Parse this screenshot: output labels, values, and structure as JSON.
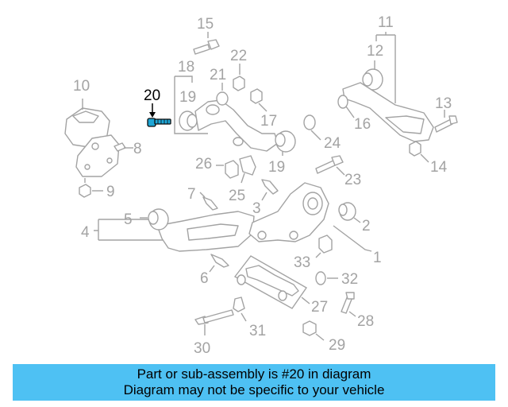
{
  "callouts": {
    "n1": "1",
    "n2": "2",
    "n3": "3",
    "n4": "4",
    "n5": "5",
    "n6": "6",
    "n7": "7",
    "n8": "8",
    "n9": "9",
    "n10": "10",
    "n11": "11",
    "n12": "12",
    "n13": "13",
    "n14": "14",
    "n15": "15",
    "n16": "16",
    "n17": "17",
    "n18": "18",
    "n19a": "19",
    "n19b": "19",
    "n20": "20",
    "n21": "21",
    "n22": "22",
    "n23": "23",
    "n24": "24",
    "n25": "25",
    "n26": "26",
    "n27": "27",
    "n28": "28",
    "n29": "29",
    "n30": "30",
    "n31": "31",
    "n32": "32",
    "n33": "33"
  },
  "highlight_color": "#1ea6d6",
  "banner": {
    "line1": "Part or sub-assembly is #20 in diagram",
    "line2": "Diagram may not be specific to your vehicle",
    "color": "#4ec1f3"
  }
}
